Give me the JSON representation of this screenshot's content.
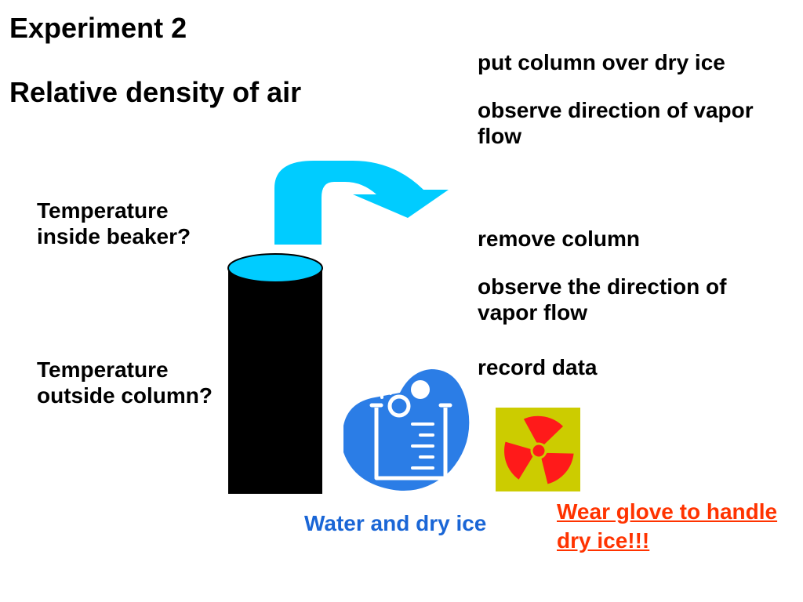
{
  "slide": {
    "title_line1": "Experiment  2",
    "title_line2": "Relative density of air"
  },
  "steps": [
    "put column over dry ice",
    "observe direction of vapor flow",
    "remove column",
    "observe the direction of vapor flow",
    "record data"
  ],
  "questions": {
    "inside": "Temperature inside beaker?",
    "outside": "Temperature outside column?"
  },
  "captions": {
    "beaker": "Water and dry ice"
  },
  "warning": {
    "text": "Wear glove to handle dry ice!!!"
  },
  "colors": {
    "text": "#000000",
    "vapor_arrow": "#00ccff",
    "column": "#000000",
    "column_top": "#00ccff",
    "beaker_icon": "#2b7de6",
    "caption": "#1a66d6",
    "warning_text": "#ff3300",
    "hazard_bg": "#cccc00",
    "hazard_symbol": "#ff1a1a"
  },
  "icons": {
    "vapor": "curved-arrow-icon",
    "beaker": "beaker-icon",
    "hazard": "radiation-hazard-icon"
  }
}
